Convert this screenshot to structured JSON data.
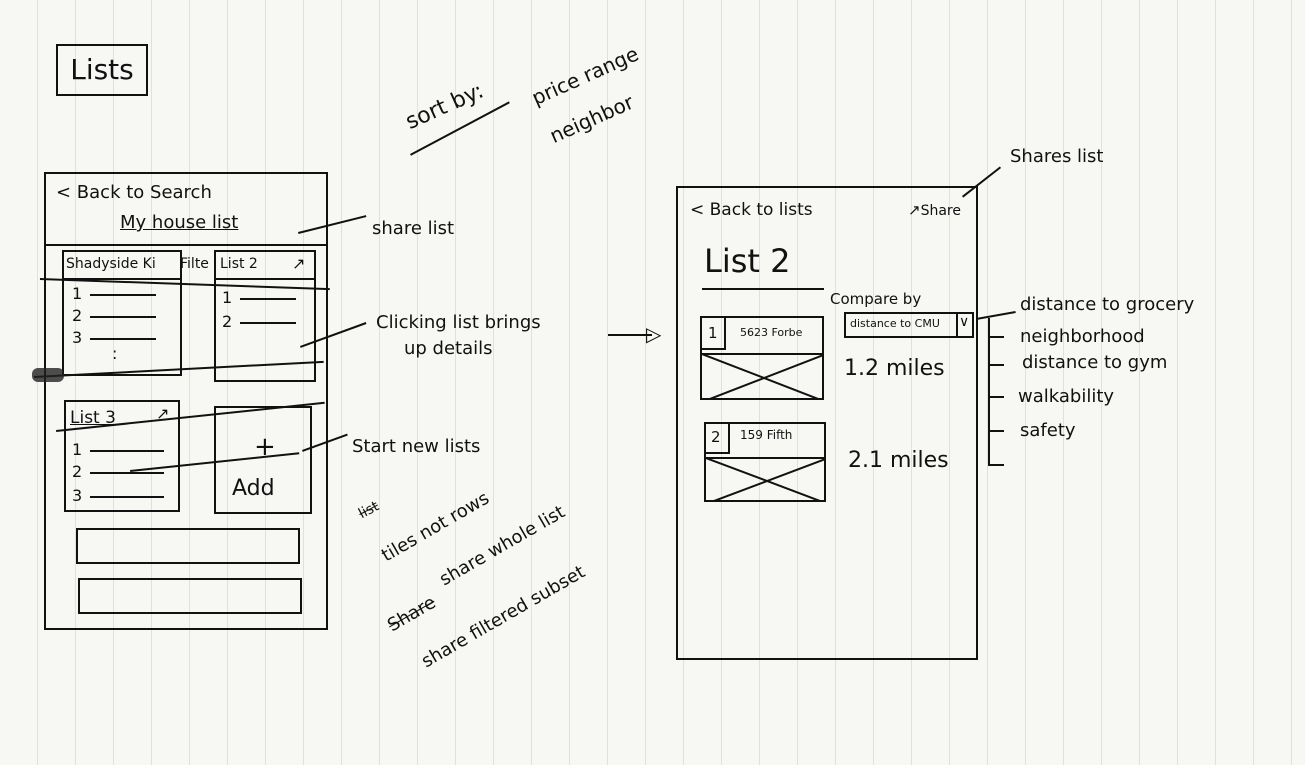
{
  "title": "Lists",
  "sort_note": {
    "label": "sort by:",
    "options": [
      "price range",
      "neighbor"
    ]
  },
  "left_screen": {
    "back_label": "< Back to Search",
    "heading": "My house list",
    "filter_label": "Filte",
    "tiles": [
      {
        "name": "Shadyside Ki",
        "items": [
          "1",
          "2",
          "3"
        ],
        "more": ":"
      },
      {
        "name": "List 2",
        "items": [
          "1",
          "2"
        ]
      },
      {
        "name": "List 3",
        "items": [
          "1",
          "2",
          "3"
        ]
      }
    ],
    "add_tile": {
      "plus": "+",
      "label": "Add"
    }
  },
  "annotations_left": {
    "share_list": "share list",
    "clicking_list_line1": "Clicking list brings",
    "clicking_list_line2": "up details",
    "start_new": "Start new lists",
    "tiles_not_rows": "tiles not rows",
    "tiles_strike": "list",
    "share_whole": "share whole list",
    "share_filtered": "share filtered subset",
    "share_strike": "Share"
  },
  "right_screen": {
    "back_label": "< Back to lists",
    "share_label": "Share",
    "heading": "List 2",
    "compare_label": "Compare by",
    "compare_value": "distance to CMU",
    "listings": [
      {
        "index": "1",
        "address": "5623 Forbe",
        "distance": "1.2 miles"
      },
      {
        "index": "2",
        "address": "159 Fifth",
        "distance": "2.1 miles"
      }
    ]
  },
  "annotations_right": {
    "shares_list": "Shares list",
    "options": [
      "distance to grocery",
      "neighborhood",
      "distance to gym",
      "walkability",
      "safety"
    ]
  }
}
